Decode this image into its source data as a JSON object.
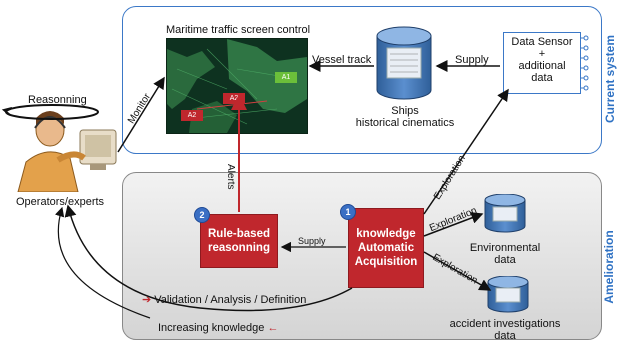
{
  "current_system": {
    "label": "Current system",
    "screen_title": "Maritime traffic screen control",
    "map_tags": [
      "A2",
      "A2",
      "A1"
    ],
    "vessel_track": "Vessel track",
    "ships_db": [
      "Ships",
      "historical cinematics"
    ],
    "supply": "Supply",
    "sensor_box": [
      "Data Sensor",
      "+",
      "additional",
      "data"
    ]
  },
  "operators": {
    "reasoning": "Reasonning",
    "label": "Operators/experts",
    "monitor": "Monitor"
  },
  "amelioration": {
    "label": "Amelioration",
    "alerts": "Alerts",
    "rule_box": {
      "number": "2",
      "lines": [
        "Rule-based",
        "reasonning"
      ]
    },
    "knowledge_box": {
      "number": "1",
      "lines": [
        "knowledge",
        "Automatic",
        "Acquisition"
      ]
    },
    "supply": "Supply",
    "exploration": [
      "Exploration",
      "Exploration",
      "Exploration"
    ],
    "env_db": [
      "Environmental",
      "data"
    ],
    "accident_db": [
      "accident investigations",
      "data"
    ],
    "validation": "Validation / Analysis / Definition",
    "increasing": "Increasing knowledge"
  },
  "colors": {
    "blue_border": "#3b78c7",
    "accent_blue": "#2f72c4",
    "red": "#c0272d",
    "gray_panel": "#d9d9d9"
  }
}
